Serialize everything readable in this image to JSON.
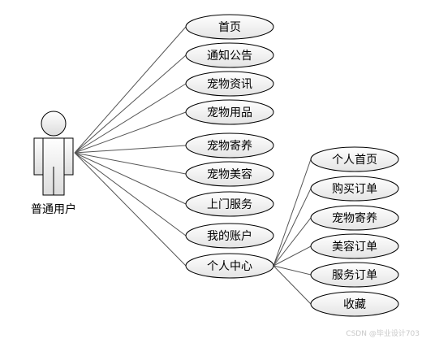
{
  "actor": {
    "name": "普通用户"
  },
  "use_cases": [
    {
      "label": "首页"
    },
    {
      "label": "通知公告"
    },
    {
      "label": "宠物资讯"
    },
    {
      "label": "宠物用品"
    },
    {
      "label": "宠物寄养"
    },
    {
      "label": "宠物美容"
    },
    {
      "label": "上门服务"
    },
    {
      "label": "我的账户"
    },
    {
      "label": "个人中心"
    }
  ],
  "sub_use_cases": [
    {
      "label": "个人首页"
    },
    {
      "label": "购买订单"
    },
    {
      "label": "宠物寄养"
    },
    {
      "label": "美容订单"
    },
    {
      "label": "服务订单"
    },
    {
      "label": "收藏"
    }
  ],
  "watermark": "CSDN @毕业设计703",
  "colors": {
    "ellipse_fill_top": "#ffffff",
    "ellipse_fill_bottom": "#e6e6e6",
    "stroke": "#000000",
    "line": "#555555"
  }
}
